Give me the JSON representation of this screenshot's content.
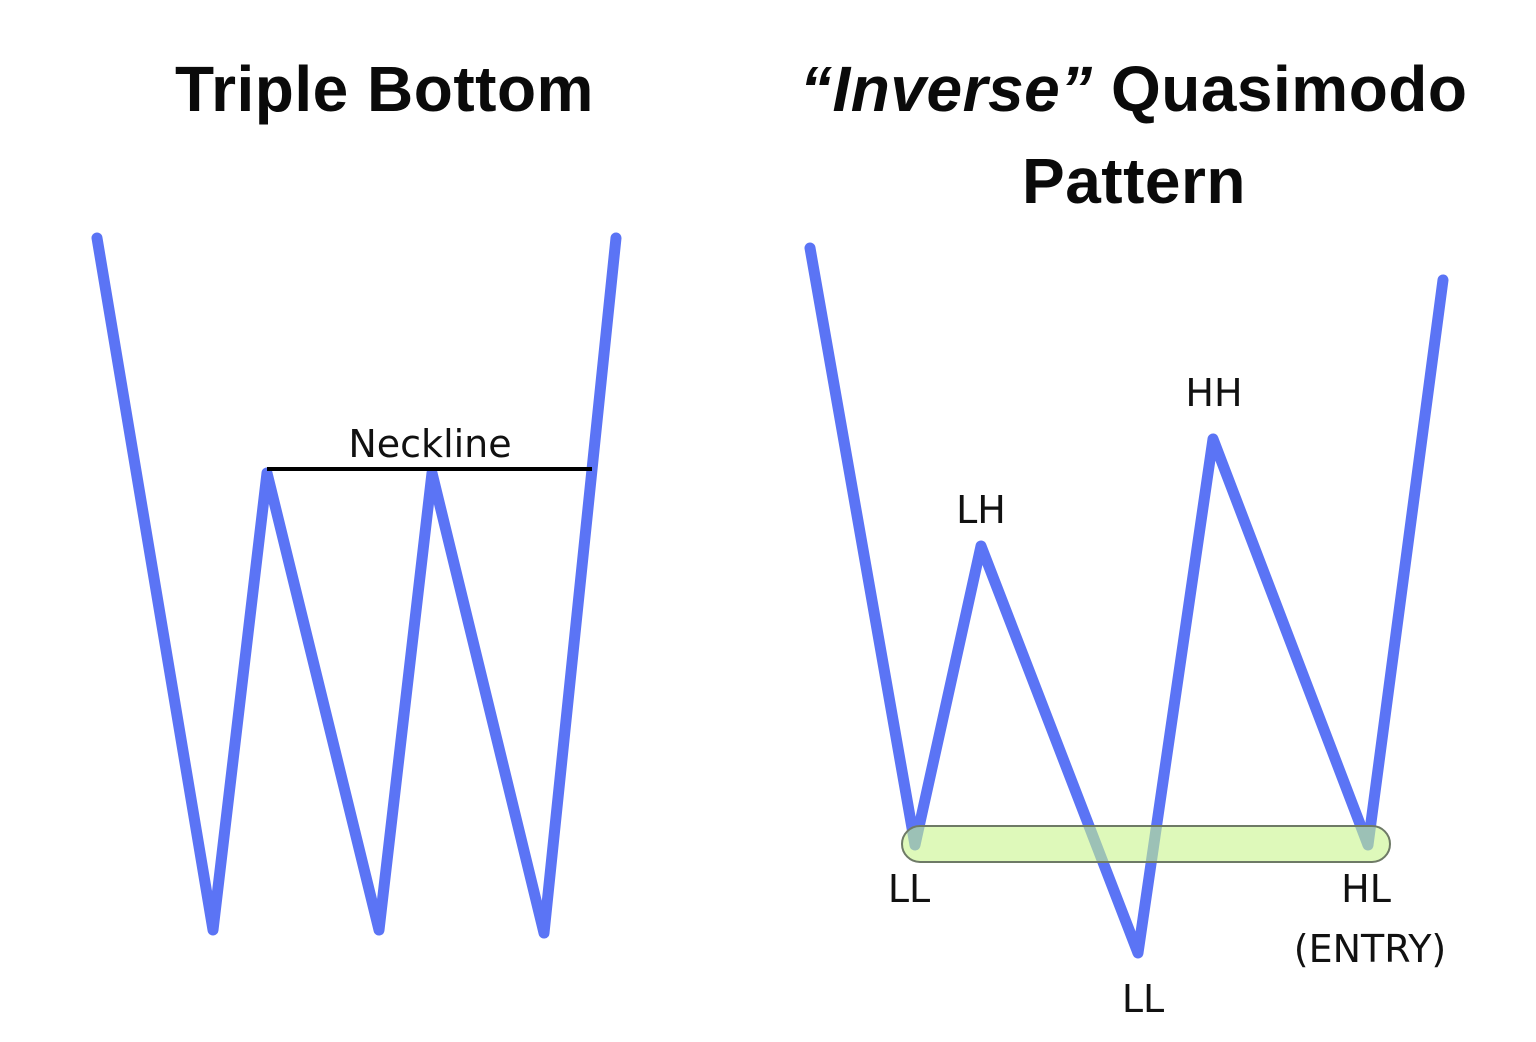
{
  "left": {
    "title": "Triple Bottom",
    "neckline_label": "Neckline"
  },
  "right": {
    "title_quoted": "“Inverse”",
    "title_rest": " Quasimodo",
    "title_line2": "Pattern",
    "labels": {
      "lh": "LH",
      "hh": "HH",
      "ll_first": "LL",
      "ll_second": "LL",
      "hl": "HL",
      "entry": "(ENTRY)"
    }
  },
  "colors": {
    "line": "#5b74f5",
    "neckline": "#000000",
    "zone_fill": "#d8f7b0",
    "zone_stroke": "#6e7a66"
  }
}
